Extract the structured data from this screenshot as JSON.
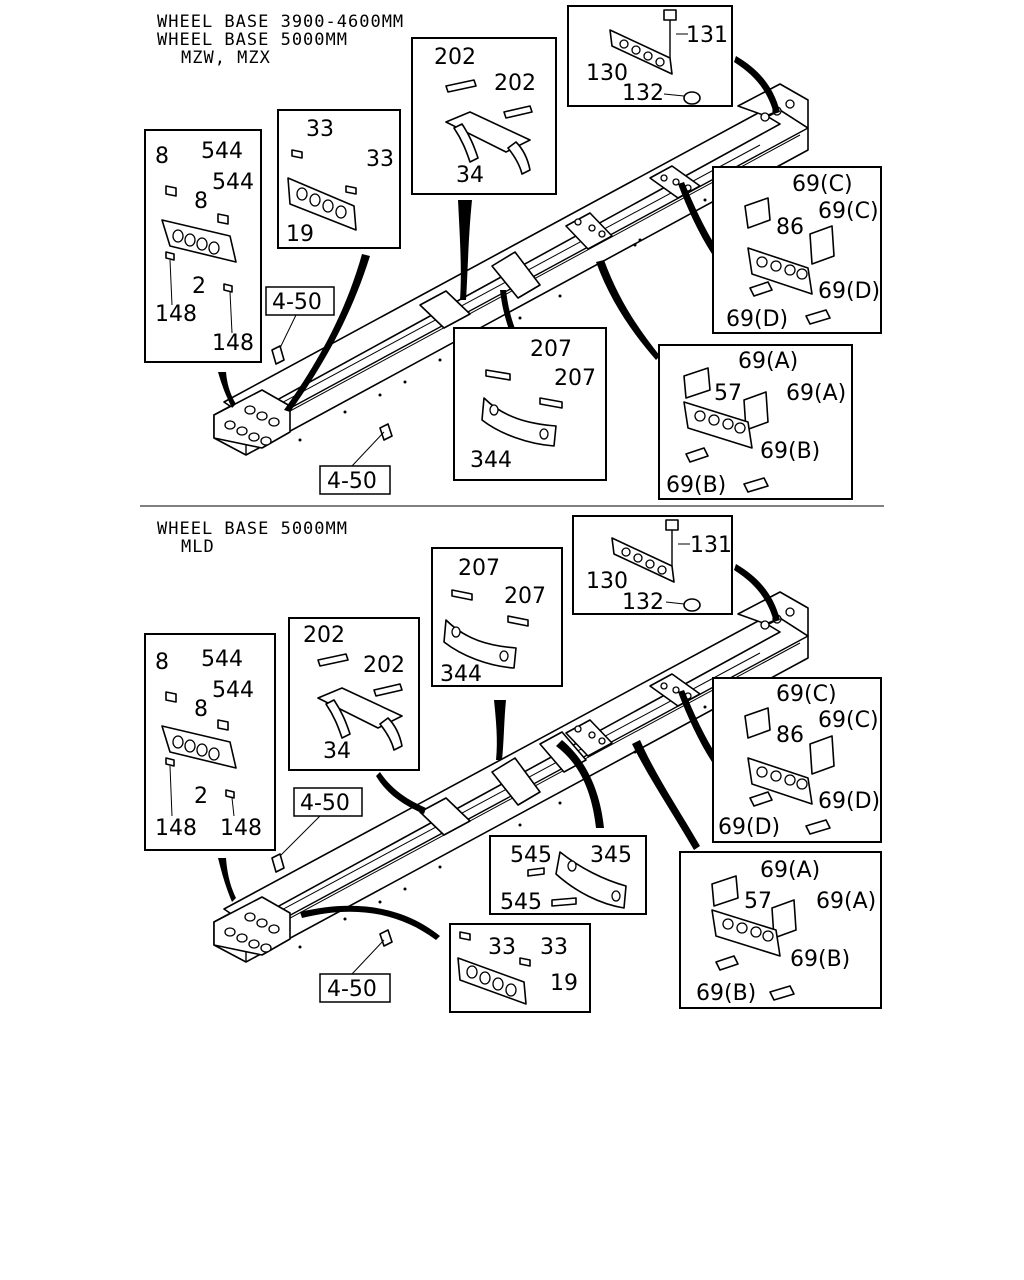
{
  "top_section": {
    "heading_lines": [
      "WHEEL BASE 3900-4600MM",
      "WHEEL BASE 5000MM",
      "MZW, MZX"
    ],
    "ref_labels": [
      "4-50",
      "4-50"
    ],
    "box_rear_crossmember": [
      "8",
      "544",
      "544",
      "8",
      "2",
      "148",
      "148"
    ],
    "box_crossmember_19": [
      "33",
      "33",
      "19"
    ],
    "box_crossmember_34": [
      "202",
      "202",
      "34"
    ],
    "box_front_bracket": [
      "131",
      "130",
      "132"
    ],
    "box_crossmember_86": [
      "69(C)",
      "69(C)",
      "86",
      "69(D)",
      "69(D)"
    ],
    "box_crossmember_344": [
      "207",
      "207",
      "344"
    ],
    "box_crossmember_57": [
      "69(A)",
      "57",
      "69(A)",
      "69(B)",
      "69(B)"
    ]
  },
  "bottom_section": {
    "heading_lines": [
      "WHEEL BASE 5000MM",
      "MLD"
    ],
    "ref_labels": [
      "4-50",
      "4-50"
    ],
    "box_rear_crossmember": [
      "8",
      "544",
      "544",
      "8",
      "2",
      "148",
      "148"
    ],
    "box_crossmember_34": [
      "202",
      "202",
      "34"
    ],
    "box_crossmember_344": [
      "207",
      "207",
      "344"
    ],
    "box_front_bracket": [
      "131",
      "130",
      "132"
    ],
    "box_crossmember_86": [
      "69(C)",
      "69(C)",
      "86",
      "69(D)",
      "69(D)"
    ],
    "box_crossmember_345": [
      "545",
      "345",
      "545"
    ],
    "box_crossmember_19": [
      "33",
      "33",
      "19"
    ],
    "box_crossmember_57": [
      "69(A)",
      "69(A)",
      "57",
      "69(B)",
      "69(B)"
    ]
  }
}
